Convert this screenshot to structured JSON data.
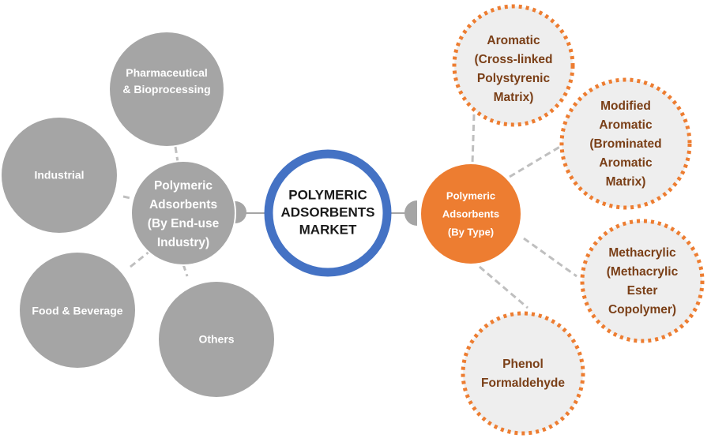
{
  "diagram": {
    "title": "POLYMERIC ADSORBENTS MARKET",
    "colors": {
      "gray_node": "#a5a5a5",
      "market_ring": "#4472c4",
      "type_hub": "#ed7d31",
      "leaf_fill": "#eeeeee",
      "leaf_border": "#ed7d31",
      "leaf_text": "#7a3f17",
      "connector": "#bfbfbf"
    },
    "center": {
      "lines": [
        "POLYMERIC",
        "ADSORBENTS",
        "MARKET"
      ]
    },
    "end_use_hub": {
      "lines": [
        "Polymeric",
        "Adsorbents",
        "(By End-use",
        "Industry)"
      ],
      "children": [
        {
          "id": "pharmaceutical",
          "lines": [
            "Pharmaceutical",
            "& Bioprocessing"
          ]
        },
        {
          "id": "industrial",
          "lines": [
            "Industrial"
          ]
        },
        {
          "id": "food-beverage",
          "lines": [
            "Food & Beverage"
          ]
        },
        {
          "id": "others",
          "lines": [
            "Others"
          ]
        }
      ]
    },
    "type_hub": {
      "lines": [
        "Polymeric",
        "Adsorbents",
        "(By Type)"
      ],
      "children": [
        {
          "id": "aromatic",
          "lines": [
            "Aromatic",
            "(Cross-linked",
            "Polystyrenic",
            "Matrix)"
          ]
        },
        {
          "id": "modified-aromatic",
          "lines": [
            "Modified",
            "Aromatic",
            "(Brominated",
            "Aromatic",
            "Matrix)"
          ]
        },
        {
          "id": "methacrylic",
          "lines": [
            "Methacrylic",
            "(Methacrylic",
            "Ester",
            "Copolymer)"
          ]
        },
        {
          "id": "phenol-formaldehyde",
          "lines": [
            "Phenol",
            "Formaldehyde"
          ]
        }
      ]
    }
  }
}
